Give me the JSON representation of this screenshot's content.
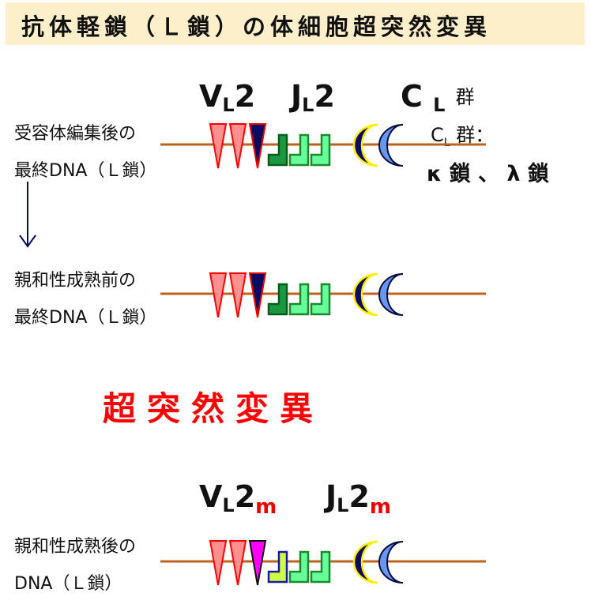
{
  "title": "抗体軽鎖（Ｌ鎖）の体細胞超突然変異",
  "rows": [
    {
      "label_line1": "受容体編集後の",
      "label_line2": "最終DNA（Ｌ鎖）",
      "v_last_color": "#0a0a60",
      "v_last_stroke": "#e00",
      "j_first_color": "#1a9a40",
      "j_first_stroke": "#0a5a20"
    },
    {
      "label_line1": "親和性成熟前の",
      "label_line2": "最終DNA（Ｌ鎖）",
      "v_last_color": "#0a0a60",
      "v_last_stroke": "#e00",
      "j_first_color": "#1a9a40",
      "j_first_stroke": "#0a5a20"
    },
    {
      "label_line1": "親和性成熟後の",
      "label_line2": "DNA（Ｌ鎖）",
      "v_last_color": "#ff00ff",
      "v_last_stroke": "#111",
      "j_first_color": "#ccff44",
      "j_first_stroke": "#1a1aa0"
    }
  ],
  "segments": {
    "v_label": "V",
    "v_sub": "L",
    "v_num": "2",
    "j_label": "J",
    "j_sub": "L",
    "j_num": "2",
    "c_label": "C",
    "c_sub": "L",
    "c_suffix": "群",
    "mut_suffix": "m"
  },
  "cl_note": {
    "line1_c": "C",
    "line1_sub": "L",
    "line1_rest": "群：",
    "line2": "κ 鎖 、 λ 鎖"
  },
  "mutation_label": "超突然変異",
  "colors": {
    "dna_line": "#c0601a",
    "v_fill": "#ff9090",
    "v_stroke": "#ff0000",
    "j_fill": "#66ff99",
    "j_stroke": "#1a8a2a",
    "c1_fill": "#0a0a60",
    "c1_stroke": "#ffee00",
    "c2_fill": "#6699ee",
    "c2_stroke": "#0a0a40",
    "arrow": "#0a0a60"
  }
}
